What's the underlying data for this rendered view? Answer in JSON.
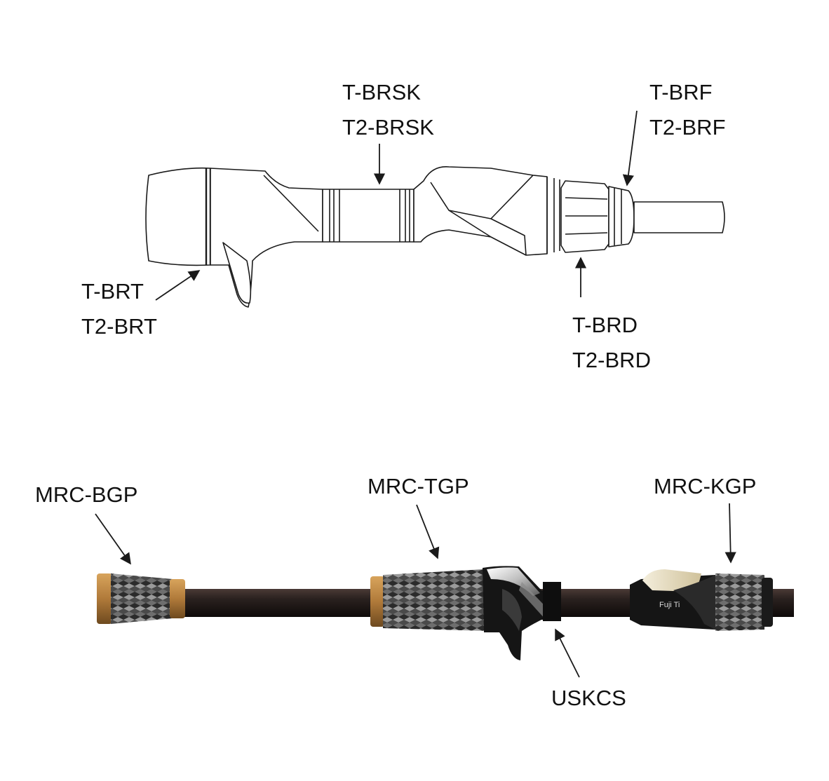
{
  "colors": {
    "line": "#1a1a1a",
    "rod_blank": "#2a211f",
    "cork": "#b07a3a",
    "weave_dark": "#2b2b2b",
    "weave_light": "#9a9a9a",
    "seat_black": "#151515",
    "seat_silver": "#d6d6d6",
    "hood_gold": "#e3d8b8"
  },
  "top_diagram": {
    "labels": {
      "brsk": [
        "T-BRSK",
        "T2-BRSK"
      ],
      "brf": [
        "T-BRF",
        "T2-BRF"
      ],
      "brt": [
        "T-BRT",
        "T2-BRT"
      ],
      "brd": [
        "T-BRD",
        "T2-BRD"
      ]
    }
  },
  "bottom_diagram": {
    "labels": {
      "bgp": "MRC-BGP",
      "tgp": "MRC-TGP",
      "kgp": "MRC-KGP",
      "uskcs": "USKCS"
    },
    "reel_seat_text": "Fuji Ti"
  }
}
